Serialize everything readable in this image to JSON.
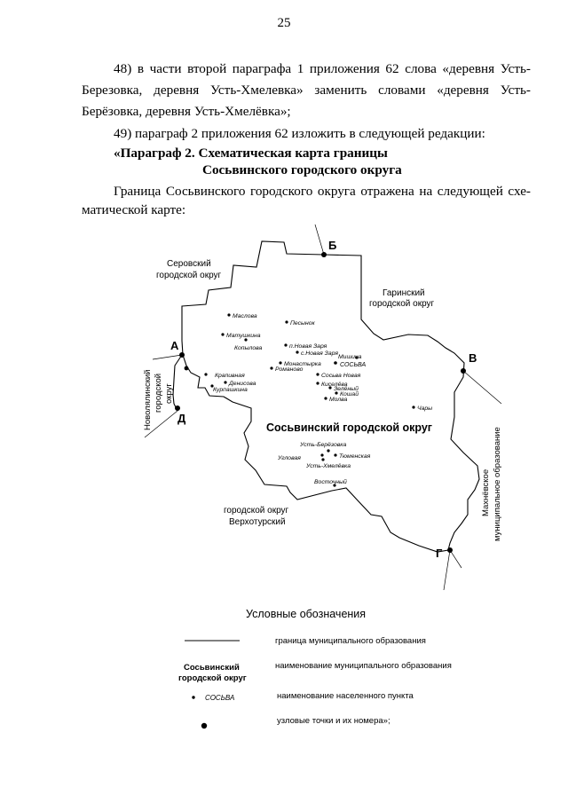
{
  "page_number": "25",
  "para48": {
    "line1": "48) в части второй параграфа 1 приложения 62 слова «деревня Усть-",
    "line2": "Березовка, деревня Усть-Хмелевка» заменить словами «деревня Усть-",
    "line3": "Берёзовка, деревня Усть-Хмелёвка»;"
  },
  "para49": "49) параграф 2 приложения 62 изложить в следующей редакции:",
  "heading": {
    "line1": "«Параграф 2. Схематическая карта границы",
    "line2": "Сосьвинского городского округа"
  },
  "intro": {
    "line1": "Граница Сосьвинского городского округа отражена на следующей схе-",
    "line2": "матической карте:"
  },
  "map": {
    "region_title": "Сосьвинский городской округ",
    "neighbors": {
      "serov_1": "Серовский",
      "serov_2": "городской округ",
      "garin_1": "Гаринский",
      "garin_2": "городской округ",
      "novolyalin_1": "Новолялинский",
      "novolyalin_2": "городской",
      "novolyalin_3": "округ",
      "verkhotur_1": "городской округ",
      "verkhotur_2": "Верхотурский",
      "makhnev_1": "Махнёвское",
      "makhnev_2": "муниципальное образование"
    },
    "nodes": {
      "a": "А",
      "b": "Б",
      "v": "В",
      "g": "Г",
      "d": "Д"
    },
    "settlements": {
      "maslova": "Маслова",
      "pesynok": "Песынок",
      "matushkina": "Матушкина",
      "kopylova": "Копылова",
      "novaya_zarya_p": "п.Новая Заря",
      "novaya_zarya_s": "с.Новая Заря",
      "mishino": "Мишина",
      "monastyrka": "Монастырка",
      "sosva": "СОСЬВА",
      "romanovo": "Романово",
      "krapivnaya": "Крапивная",
      "denisova": "Денисова",
      "kurpashkina": "Курпашкина",
      "sosva_novaya": "Сосьва Новая",
      "kiselyova": "Киселёва",
      "zelyony": "Зелёный",
      "koshai": "Кошай",
      "molva": "Молва",
      "chary": "Чары",
      "ust_beryozovka": "Усть-Берёзовка",
      "tyumenskaya": "Тюменская",
      "uglovaya": "Угловая",
      "ust_khmelyovka": "Усть-Хмелёвка",
      "vostochny": "Восточный"
    }
  },
  "legend": {
    "title": "Условные обозначения",
    "boundary_desc": "граница муниципального образования",
    "name_sample_1": "Сосьвинский",
    "name_sample_2": "городской округ",
    "name_desc": "наименование муниципального образования",
    "settlement_sample": "СОСЬВА",
    "settlement_desc": "наименование населенного пункта",
    "node_desc": "узловые точки и их номера»;"
  }
}
